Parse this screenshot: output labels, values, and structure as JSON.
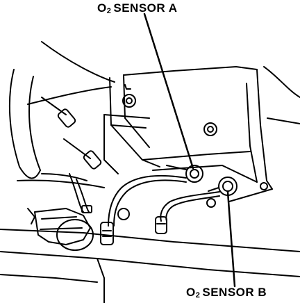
{
  "labels": {
    "sensor_a": {
      "prefix": "O",
      "subscript": "2",
      "text": "SENSOR  A"
    },
    "sensor_b": {
      "prefix": "O",
      "subscript": "2",
      "text": "SENSOR B"
    }
  },
  "colors": {
    "ink": "#000000",
    "paper": "#ffffff",
    "shade": "#e9e9e9"
  }
}
